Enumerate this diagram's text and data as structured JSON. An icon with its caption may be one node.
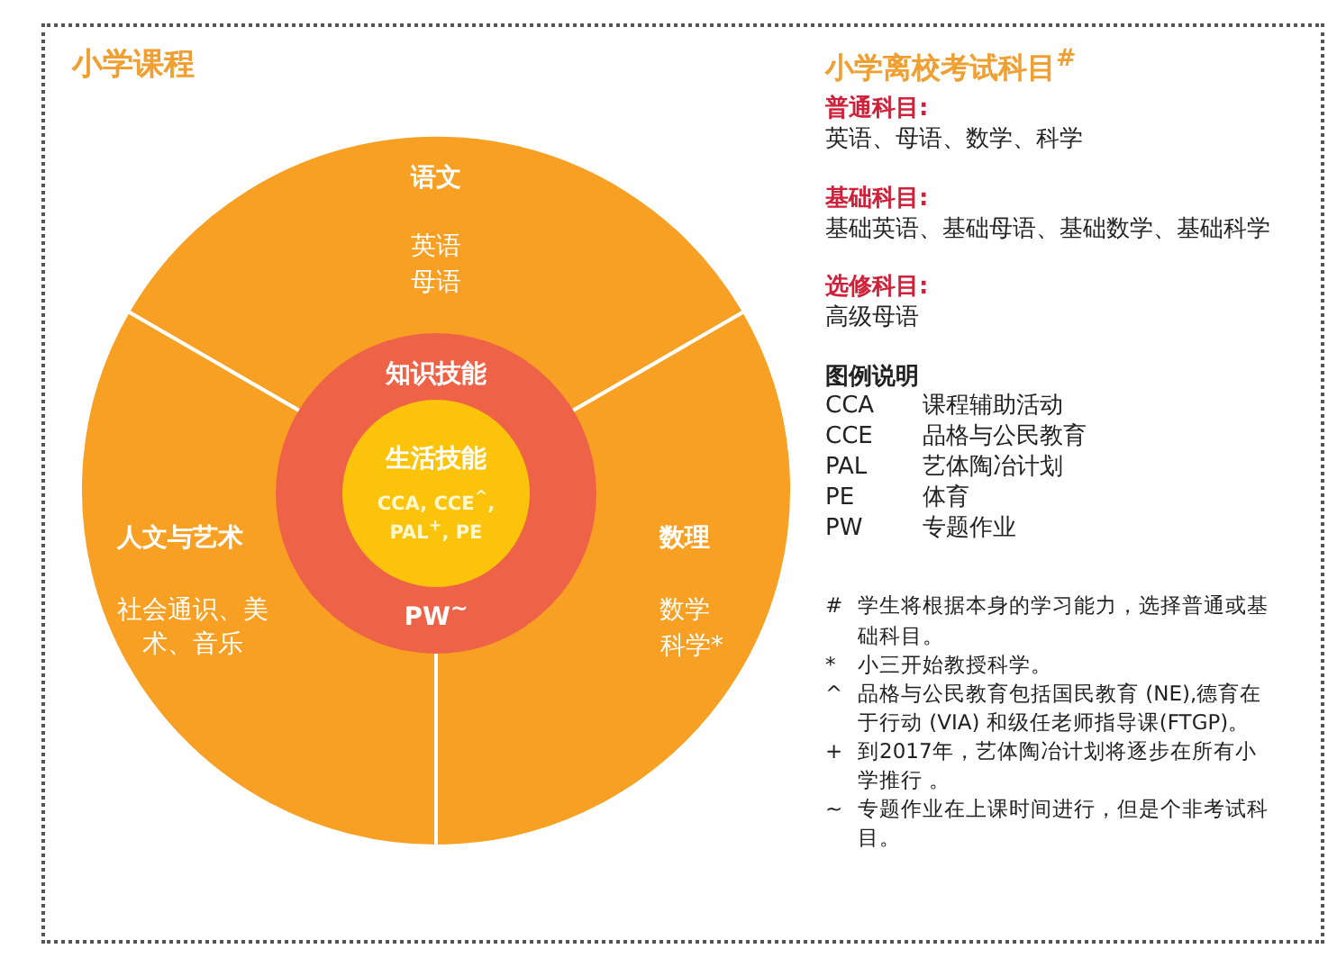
{
  "diagram": {
    "title": "小学课程",
    "nodes": [
      {
        "text": [
          "语文",
          "英语",
          "母语"
        ]
      },
      {
        "text": [
          "人文与艺术",
          "社会通识、美术、音乐"
        ]
      },
      {
        "text": [
          "数理",
          "数学",
          "科学*"
        ]
      },
      {
        "text": [
          "知识技能",
          "PW$^{~}$"
        ]
      },
      {
        "text": [
          "生活技能",
          "CCA, CCE$^{^}$, PAL$^{+}$, PE"
        ],
        "in": 3
      }
    ],
    "labels": [
      "小学离校考试科目$^{#}$",
      "普通科目:",
      "英语、母语、数学、科学",
      "基础科目:",
      "基础英语、基础母语、基础数学、基础科学",
      "选修科目:",
      "高级母语",
      "图例说明",
      "CCA",
      "课程辅助活动",
      "CCE",
      "品格与公民教育",
      "PAL",
      "艺体陶冶计划",
      "PE",
      "体育",
      "PW",
      "专题作业",
      "#",
      "学生将根据本身的学习能力，选择普通或基础科目。",
      "*",
      "小三开始教授科学。",
      "^",
      "品格与公民教育包括国民教育 (NE),德育在于行动 (VIA) 和级任老师指导课(FTGP)。",
      "+",
      "到2017年，艺体陶冶计划将逐步在所有小学推行 。",
      "~",
      "专题作业在上课时间进行，但是个非考试科目。"
    ]
  }
}
